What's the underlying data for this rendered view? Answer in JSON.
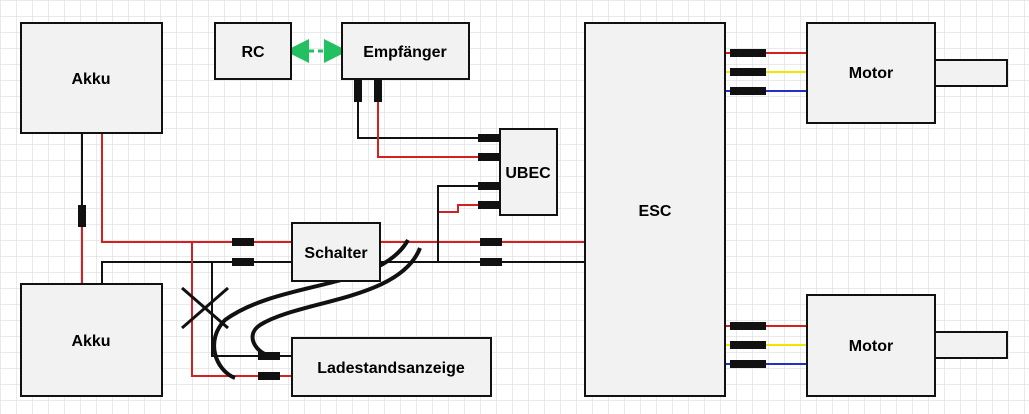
{
  "blocks": {
    "akku_top": "Akku",
    "akku_bottom": "Akku",
    "rc": "RC",
    "receiver": "Empfänger",
    "ubec": "UBEC",
    "switch": "Schalter",
    "charge_indicator": "Ladestandsanzeige",
    "esc": "ESC",
    "motor_top": "Motor",
    "motor_bottom": "Motor"
  },
  "colors": {
    "wire_red": "#d42020",
    "wire_black": "#111111",
    "wire_yellow": "#f2e600",
    "wire_blue": "#2030c8",
    "link_green": "#22c060",
    "block_fill": "#f2f2f2",
    "grid": "#d6d6d6"
  }
}
